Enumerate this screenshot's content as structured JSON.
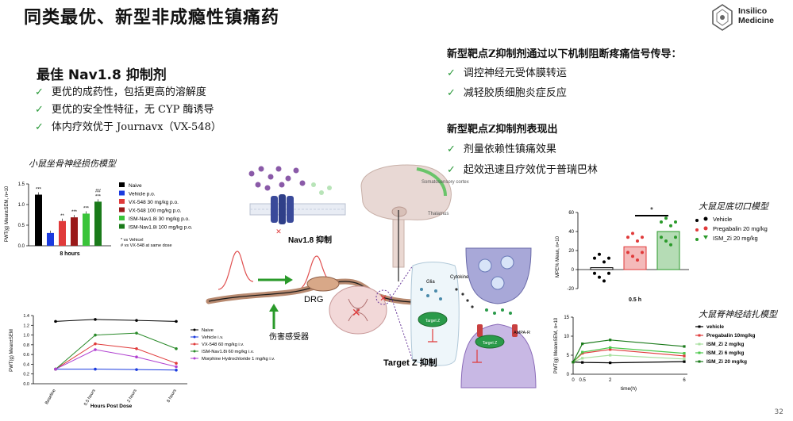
{
  "title": "同类最优、新型非成瘾性镇痛药",
  "logo": {
    "line1": "Insilico",
    "line2": "Medicine"
  },
  "left": {
    "heading": "最佳 Nav1.8 抑制剂",
    "bullets": [
      "更优的成药性，包括更高的溶解度",
      "更优的安全性特征，无 CYP 酶诱导",
      "体内疗效优于 Journavx（VX-548）"
    ]
  },
  "right": {
    "heading1": "新型靶点Z抑制剂通过以下机制阻断疼痛信号传导：",
    "bullets1": [
      "调控神经元受体膜转运",
      "减轻胶质细胞炎症反应"
    ],
    "heading2": "新型靶点Z抑制剂表现出",
    "bullets2": [
      "剂量依赖性镇痛效果",
      "起效迅速且疗效优于普瑞巴林"
    ]
  },
  "check": "✓",
  "chart1_caption": "小鼠坐骨神经损伤模型",
  "chart3_caption": "大鼠足底切口模型",
  "chart4_caption": "大鼠脊神经结扎模型",
  "diagram": {
    "nav18": "Nav1.8 抑制",
    "drg": "DRG",
    "nociceptor": "伤害感受器",
    "targetz": "Target Z 抑制",
    "somato": "Somatosensory cortex",
    "thalamus": "Thalamus",
    "cytokines": "Cytokines",
    "glia": "Glia",
    "target_small": "Target Z",
    "ampar": "AMPA-R"
  },
  "page_number": "32",
  "chart_data": [
    {
      "type": "bar",
      "ylabel": "PWT(g) Mean±SEM, n=10",
      "xlabel": "8 hours",
      "ylim": [
        0,
        1.5
      ],
      "yticks": [
        "0.0",
        "0.5",
        "1.0",
        "1.5"
      ],
      "series": [
        {
          "name": "Naive",
          "value": 1.24,
          "color": "#000000",
          "sig": "***"
        },
        {
          "name": "Vehicle p.o.",
          "value": 0.31,
          "color": "#1a3adf",
          "sig": ""
        },
        {
          "name": "VX-548 30 mg/kg p.o.",
          "value": 0.6,
          "color": "#e03a3a",
          "sig": "**"
        },
        {
          "name": "VX-548 100 mg/kg p.o.",
          "value": 0.69,
          "color": "#9a1a1a",
          "sig": "***"
        },
        {
          "name": "ISM-Nav1.8i 30 mg/kg p.o.",
          "value": 0.78,
          "color": "#3ac43a",
          "sig": "***"
        },
        {
          "name": "ISM-Nav1.8i  100 mg/kg p.o.",
          "value": 1.07,
          "color": "#1a7a1a",
          "sig": "##\n***"
        }
      ],
      "notes": [
        "* vs Vehicel",
        "# vs VX-548 at same dose"
      ]
    },
    {
      "type": "line",
      "ylabel": "PWT(g) Mean±SEM",
      "xlabel": "Hours Post Dose",
      "categories": [
        "Baseline",
        "0.5 hours",
        "2 hours",
        "8 hours"
      ],
      "ylim": [
        0,
        1.4
      ],
      "yticks": [
        "0.0",
        "0.2",
        "0.4",
        "0.6",
        "0.8",
        "1.0",
        "1.2",
        "1.4"
      ],
      "series": [
        {
          "name": "Naive",
          "color": "#000000",
          "values": [
            1.28,
            1.32,
            1.3,
            1.28
          ]
        },
        {
          "name": "Vehicle i.v.",
          "color": "#1a3adf",
          "values": [
            0.3,
            0.3,
            0.29,
            0.28
          ]
        },
        {
          "name": "VX-548 60 mg/kg i.v.",
          "color": "#e03a3a",
          "values": [
            0.3,
            0.82,
            0.72,
            0.42
          ]
        },
        {
          "name": "ISM-Nav1.8i 60 mg/kg i.v.",
          "color": "#2a8a2a",
          "values": [
            0.3,
            1.0,
            1.04,
            0.72
          ]
        },
        {
          "name": "Morphine Hydrochloride 1 mg/kg i.v.",
          "color": "#b040d0",
          "values": [
            0.3,
            0.7,
            0.55,
            0.35
          ]
        }
      ]
    },
    {
      "type": "bar",
      "ylabel": "MPE% Mean, n=10",
      "xlabel": "0.5 h",
      "ylim": [
        -20,
        60
      ],
      "yticks": [
        "-20",
        "0",
        "20",
        "40",
        "60"
      ],
      "series": [
        {
          "name": "Vehicle",
          "value": 2,
          "color": "#000000"
        },
        {
          "name": "Pregabalin 20 mg/kg",
          "value": 24,
          "color": "#e03a3a"
        },
        {
          "name": "ISM_Zi 20 mg/kg",
          "value": 40,
          "color": "#2a9a2a"
        }
      ],
      "sig": "*"
    },
    {
      "type": "line",
      "ylabel": "PWT(g) Mean±SEM, n=10",
      "xlabel": "time(h)",
      "x": [
        0,
        0.5,
        2,
        6
      ],
      "ylim": [
        0,
        15
      ],
      "yticks": [
        "0",
        "5",
        "10",
        "15"
      ],
      "series": [
        {
          "name": "vehicle",
          "color": "#000000",
          "values": [
            3.2,
            3.1,
            3.0,
            3.3
          ]
        },
        {
          "name": "Pregabalin  10mg/kg",
          "color": "#e03a3a",
          "values": [
            3.2,
            5.5,
            6.5,
            4.8
          ]
        },
        {
          "name": "ISM_Zi 2 mg/kg",
          "color": "#a8e0a0",
          "values": [
            3.2,
            4.2,
            5.0,
            4.0
          ]
        },
        {
          "name": "ISM_Zi 6 mg/kg",
          "color": "#4cc84c",
          "values": [
            3.2,
            5.8,
            7.0,
            5.5
          ]
        },
        {
          "name": "ISM_Zi 20 mg/kg",
          "color": "#1a7a1a",
          "values": [
            3.2,
            8.0,
            9.0,
            7.3
          ]
        }
      ]
    }
  ]
}
